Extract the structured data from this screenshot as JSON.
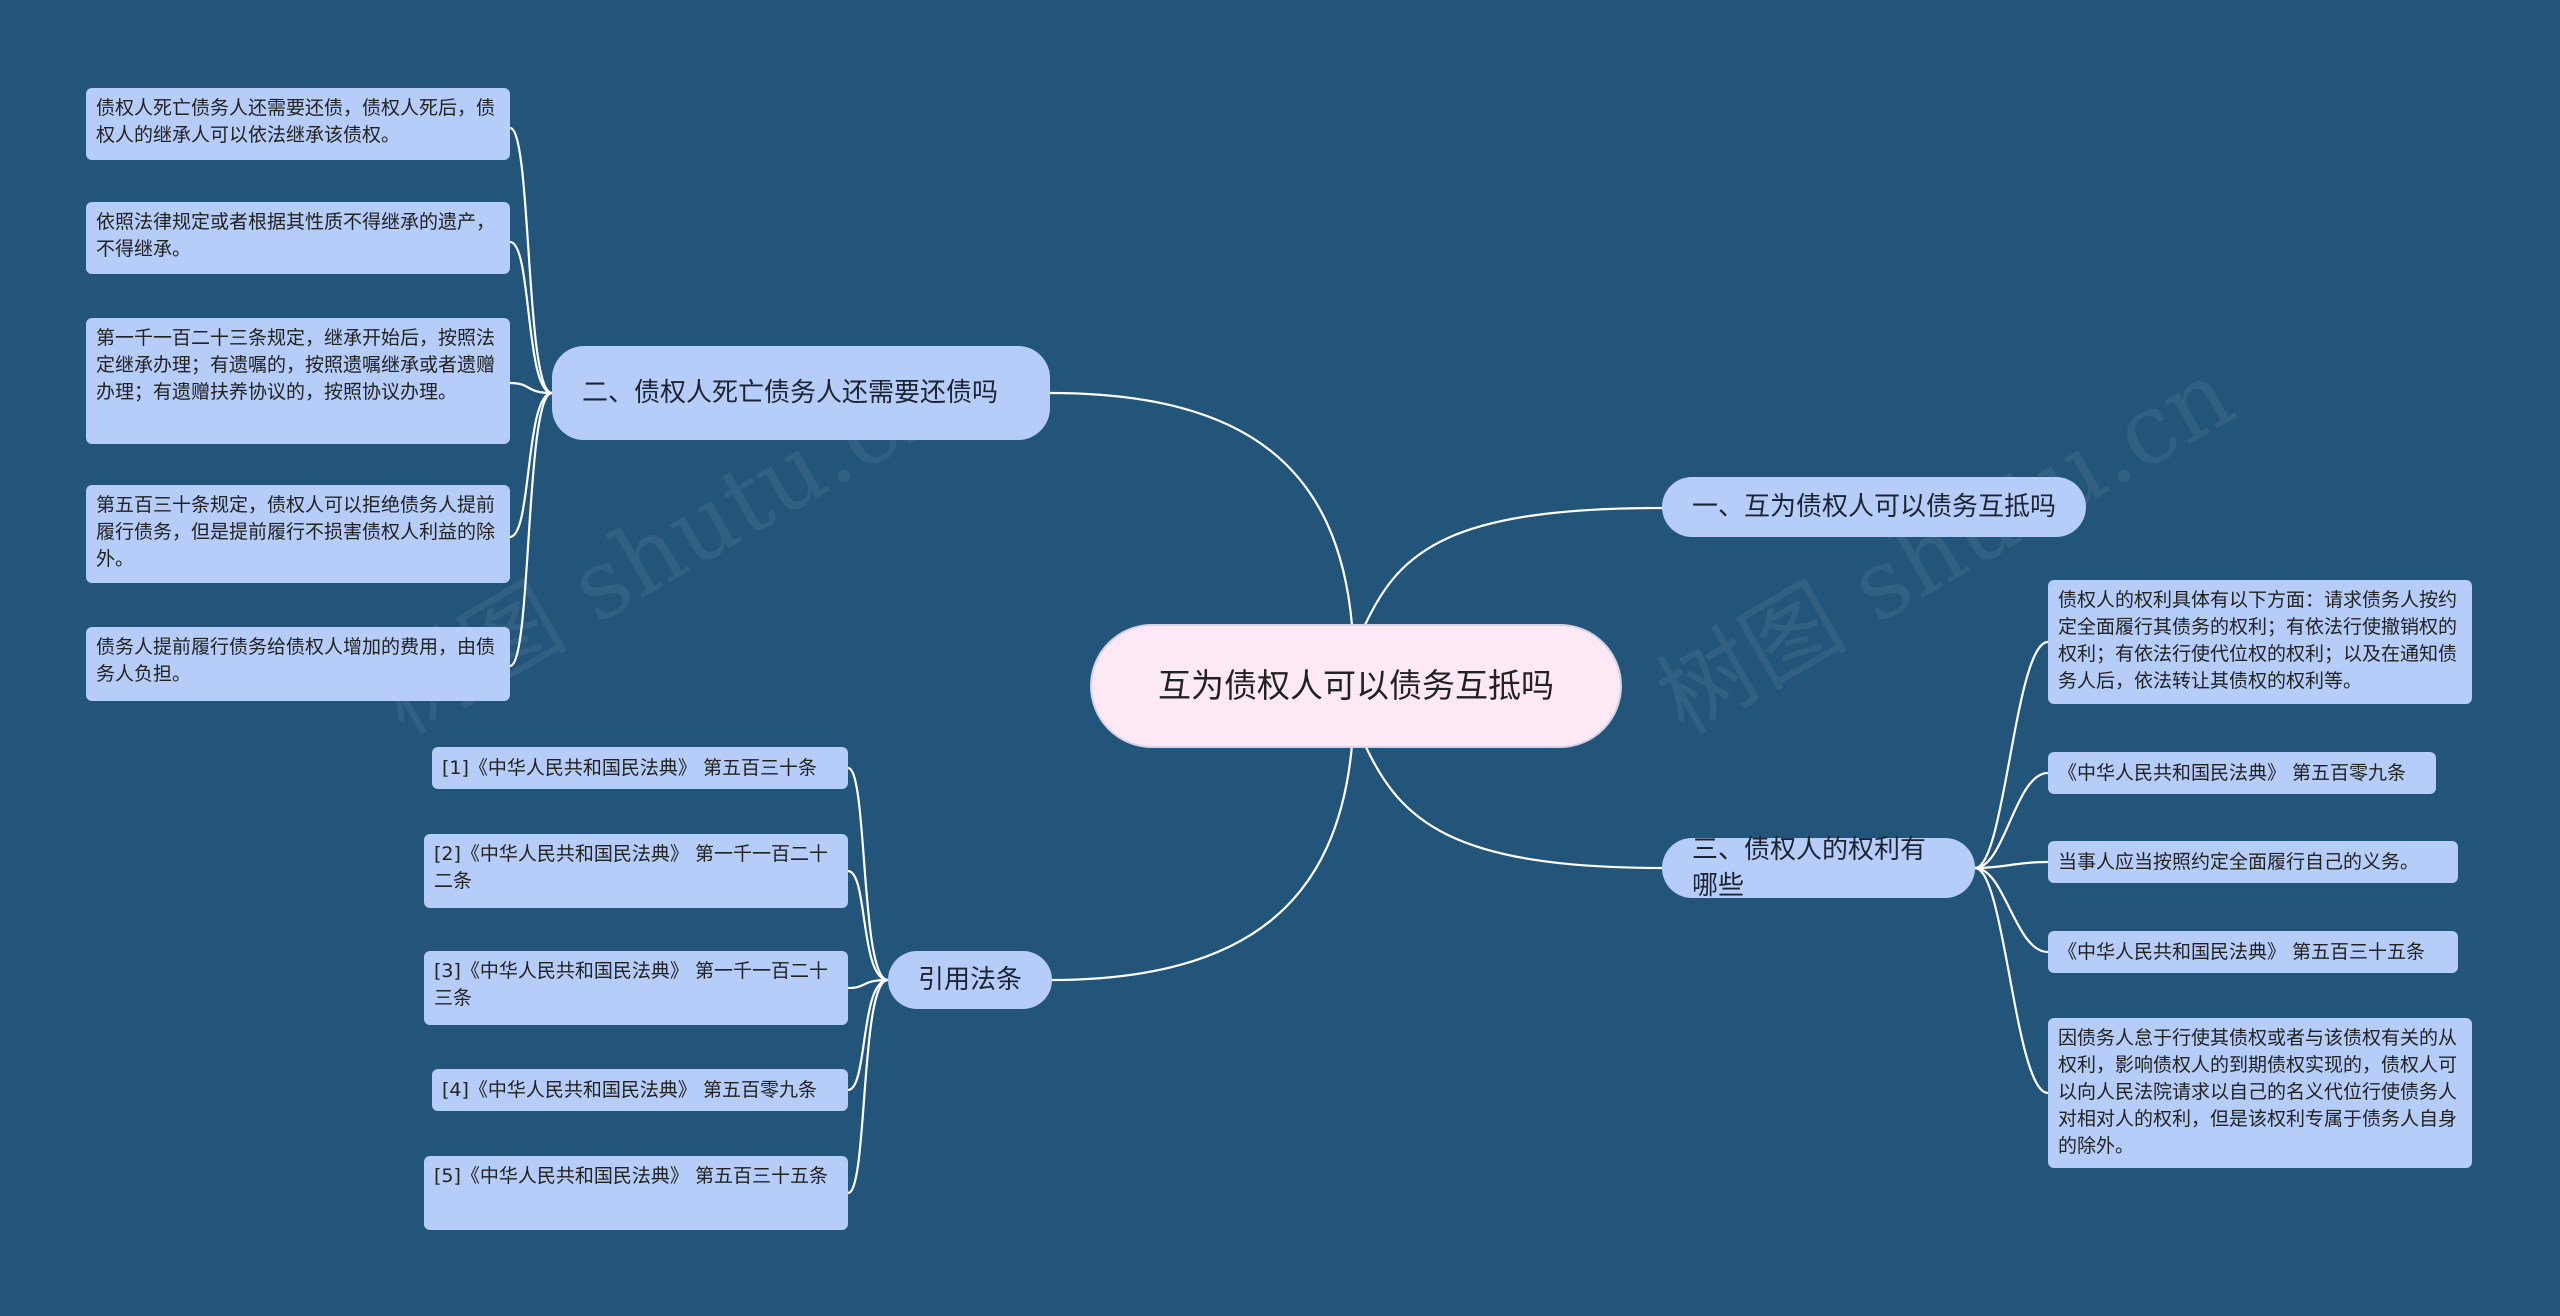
{
  "root": {
    "label": "互为债权人可以债务互抵吗"
  },
  "watermark": "树图 shutu.cn",
  "branches": {
    "b2": {
      "label": "二、债权人死亡债务人还需要还债吗",
      "leaves": [
        "债权人死亡债务人还需要还债，债权人死后，债权人的继承人可以依法继承该债权。",
        "依照法律规定或者根据其性质不得继承的遗产，不得继承。",
        "第一千一百二十三条规定，继承开始后，按照法定继承办理；有遗嘱的，按照遗嘱继承或者遗赠办理；有遗赠扶养协议的，按照协议办理。",
        "第五百三十条规定，债权人可以拒绝债务人提前履行债务，但是提前履行不损害债权人利益的除外。",
        "债务人提前履行债务给债权人增加的费用，由债务人负担。"
      ]
    },
    "b4": {
      "label": "引用法条",
      "leaves": [
        "[1]《中华人民共和国民法典》 第五百三十条",
        "[2]《中华人民共和国民法典》 第一千一百二十二条",
        "[3]《中华人民共和国民法典》 第一千一百二十三条",
        "[4]《中华人民共和国民法典》 第五百零九条",
        "[5]《中华人民共和国民法典》 第五百三十五条"
      ]
    },
    "b1": {
      "label": "一、互为债权人可以债务互抵吗"
    },
    "b3": {
      "label": "三、债权人的权利有哪些",
      "leaves": [
        "债权人的权利具体有以下方面：请求债务人按约定全面履行其债务的权利；有依法行使撤销权的权利；有依法行使代位权的权利；以及在通知债务人后，依法转让其债权的权利等。",
        "《中华人民共和国民法典》 第五百零九条",
        "当事人应当按照约定全面履行自己的义务。",
        "《中华人民共和国民法典》 第五百三十五条",
        "因债务人怠于行使其债权或者与该债权有关的从权利，影响债权人的到期债权实现的，债权人可以向人民法院请求以自己的名义代位行使债务人对相对人的权利，但是该权利专属于债务人自身的除外。"
      ]
    }
  },
  "colors": {
    "background": "#235479",
    "root_fill": "#fde8f6",
    "node_fill": "#b6cdf9",
    "link": "#ffffff"
  }
}
